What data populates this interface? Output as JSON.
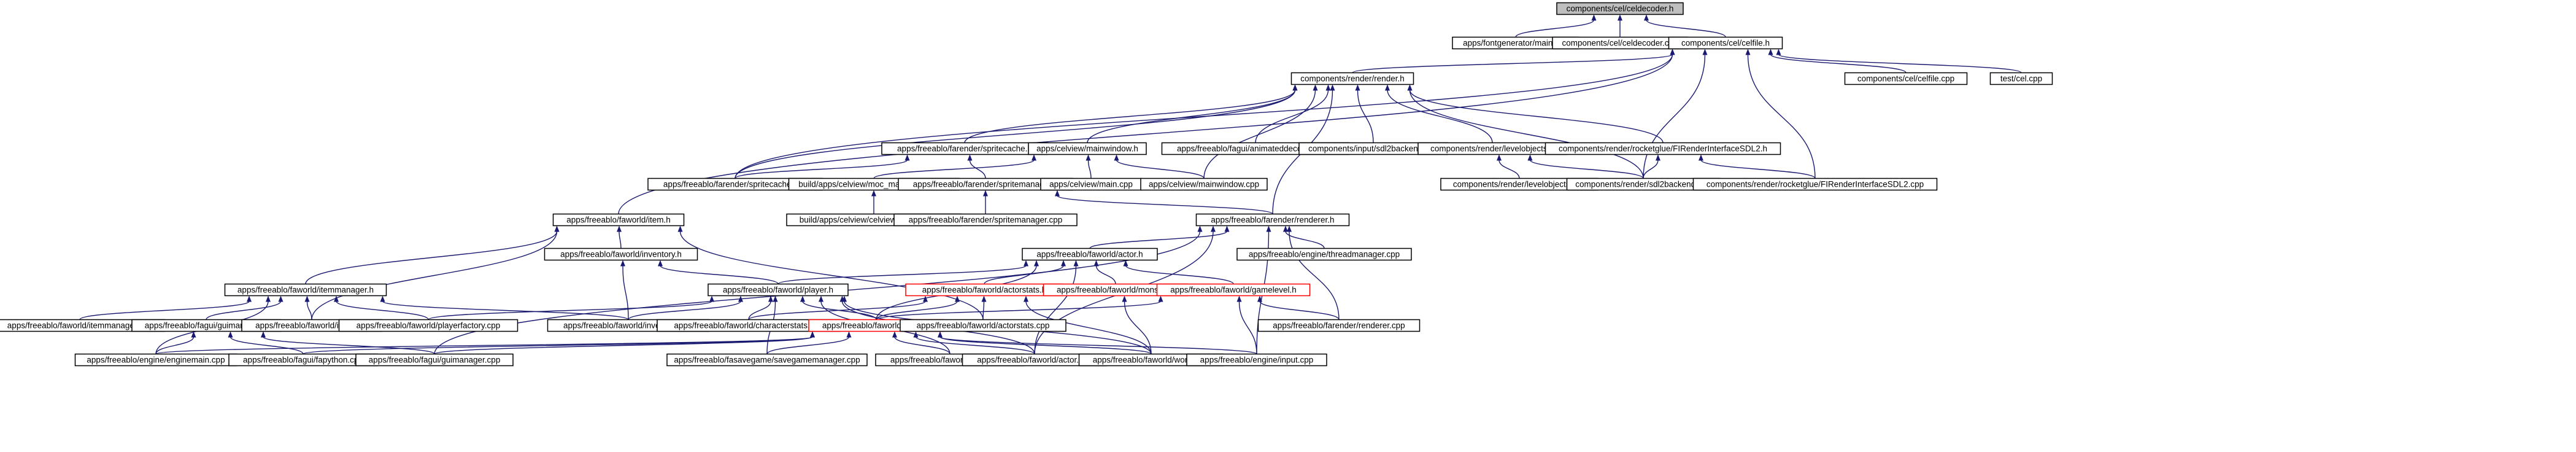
{
  "colors": {
    "edge": "#191970",
    "border": "#000000",
    "border_red": "#ff0000",
    "root_fill": "#bfbfbf",
    "fill": "#ffffff"
  },
  "nodes": [
    {
      "id": "n_celdecoder_h",
      "label": "components/cel/celdecoder.h",
      "root": true
    },
    {
      "id": "n_fontgen",
      "label": "apps/fontgenerator/main.cpp"
    },
    {
      "id": "n_celdecoder_cpp",
      "label": "components/cel/celdecoder.cpp"
    },
    {
      "id": "n_celfile_h",
      "label": "components/cel/celfile.h"
    },
    {
      "id": "n_test_cel",
      "label": "test/cel.cpp"
    },
    {
      "id": "n_celfile_cpp",
      "label": "components/cel/celfile.cpp"
    },
    {
      "id": "n_render_h",
      "label": "components/render/render.h"
    },
    {
      "id": "n_spritecache_h",
      "label": "apps/freeablo/farender/spritecache.h"
    },
    {
      "id": "n_mainwindow_h",
      "label": "apps/celview/mainwindow.h"
    },
    {
      "id": "n_animdecor",
      "label": "apps/freeablo/fagui/animateddecorator.cpp"
    },
    {
      "id": "n_sdl2backend_input",
      "label": "components/input/sdl2backend.cpp"
    },
    {
      "id": "n_levelobjects_h",
      "label": "components/render/levelobjects.h"
    },
    {
      "id": "n_rocket_h",
      "label": "components/render/rocketglue/FIRenderInterfaceSDL2.h"
    },
    {
      "id": "n_spritecache_cpp",
      "label": "apps/freeablo/farender/spritecache.cpp"
    },
    {
      "id": "n_moc_mainwindow",
      "label": "build/apps/celview/moc_mainwindow.cpp"
    },
    {
      "id": "n_spritemanager_h",
      "label": "apps/freeablo/farender/spritemanager.h"
    },
    {
      "id": "n_celview_main",
      "label": "apps/celview/main.cpp"
    },
    {
      "id": "n_mainwindow_cpp",
      "label": "apps/celview/mainwindow.cpp"
    },
    {
      "id": "n_levelobjects_cpp",
      "label": "components/render/levelobjects.cpp"
    },
    {
      "id": "n_sdl2backend_render",
      "label": "components/render/sdl2backend.cpp"
    },
    {
      "id": "n_rocket_cpp",
      "label": "components/render/rocketglue/FIRenderInterfaceSDL2.cpp"
    },
    {
      "id": "n_automoc",
      "label": "build/apps/celview/celview_automoc.cpp"
    },
    {
      "id": "n_spritemanager_cpp",
      "label": "apps/freeablo/farender/spritemanager.cpp"
    },
    {
      "id": "n_item_h",
      "label": "apps/freeablo/faworld/item.h"
    },
    {
      "id": "n_renderer_h",
      "label": "apps/freeablo/farender/renderer.h"
    },
    {
      "id": "n_inventory_h",
      "label": "apps/freeablo/faworld/inventory.h"
    },
    {
      "id": "n_actor_h",
      "label": "apps/freeablo/faworld/actor.h"
    },
    {
      "id": "n_threadmanager",
      "label": "apps/freeablo/engine/threadmanager.cpp"
    },
    {
      "id": "n_itemmanager_h",
      "label": "apps/freeablo/faworld/itemmanager.h"
    },
    {
      "id": "n_player_h",
      "label": "apps/freeablo/faworld/player.h"
    },
    {
      "id": "n_actorstats_h",
      "label": "apps/freeablo/faworld/actorstats.h",
      "red": true
    },
    {
      "id": "n_monster_h",
      "label": "apps/freeablo/faworld/monster.h",
      "red": true
    },
    {
      "id": "n_gamelevel_h",
      "label": "apps/freeablo/faworld/gamelevel.h",
      "red": true
    },
    {
      "id": "n_itemmanager_cpp",
      "label": "apps/freeablo/faworld/itemmanager.cpp"
    },
    {
      "id": "n_guimanager_h",
      "label": "apps/freeablo/fagui/guimanager.h"
    },
    {
      "id": "n_item_cpp",
      "label": "apps/freeablo/faworld/item.cpp"
    },
    {
      "id": "n_playerfactory",
      "label": "apps/freeablo/faworld/playerfactory.cpp"
    },
    {
      "id": "n_inventory_cpp",
      "label": "apps/freeablo/faworld/inventory.cpp"
    },
    {
      "id": "n_charstats",
      "label": "apps/freeablo/faworld/characterstats.cpp"
    },
    {
      "id": "n_world_h",
      "label": "apps/freeablo/faworld/world.h",
      "red": true
    },
    {
      "id": "n_actorstats_cpp",
      "label": "apps/freeablo/faworld/actorstats.cpp"
    },
    {
      "id": "n_renderer_cpp",
      "label": "apps/freeablo/farender/renderer.cpp"
    },
    {
      "id": "n_enginemain",
      "label": "apps/freeablo/engine/enginemain.cpp"
    },
    {
      "id": "n_fapython",
      "label": "apps/freeablo/fagui/fapython.cpp"
    },
    {
      "id": "n_guimanager_cpp",
      "label": "apps/freeablo/fagui/guimanager.cpp"
    },
    {
      "id": "n_savegame",
      "label": "apps/freeablo/fasavegame/savegamemanager.cpp"
    },
    {
      "id": "n_player_cpp",
      "label": "apps/freeablo/faworld/player.cpp"
    },
    {
      "id": "n_actor_cpp",
      "label": "apps/freeablo/faworld/actor.cpp"
    },
    {
      "id": "n_world_cpp",
      "label": "apps/freeablo/faworld/world.cpp"
    },
    {
      "id": "n_input_cpp",
      "label": "apps/freeablo/engine/input.cpp"
    }
  ],
  "edges": [
    [
      "n_celdecoder_h",
      "n_fontgen"
    ],
    [
      "n_celdecoder_h",
      "n_celdecoder_cpp"
    ],
    [
      "n_celdecoder_h",
      "n_celfile_h"
    ],
    [
      "n_celfile_h",
      "n_test_cel"
    ],
    [
      "n_celfile_h",
      "n_celfile_cpp"
    ],
    [
      "n_celfile_h",
      "n_render_h"
    ],
    [
      "n_celfile_h",
      "n_spritecache_cpp"
    ],
    [
      "n_celfile_h",
      "n_sdl2backend_render"
    ],
    [
      "n_celfile_h",
      "n_rocket_cpp"
    ],
    [
      "n_celfile_h",
      "n_item_h"
    ],
    [
      "n_render_h",
      "n_spritecache_h"
    ],
    [
      "n_render_h",
      "n_mainwindow_h"
    ],
    [
      "n_render_h",
      "n_animdecor"
    ],
    [
      "n_render_h",
      "n_sdl2backend_input"
    ],
    [
      "n_render_h",
      "n_levelobjects_h"
    ],
    [
      "n_render_h",
      "n_rocket_h"
    ],
    [
      "n_render_h",
      "n_mainwindow_cpp"
    ],
    [
      "n_render_h",
      "n_renderer_h"
    ],
    [
      "n_render_h",
      "n_sdl2backend_render"
    ],
    [
      "n_render_h",
      "n_spritecache_cpp"
    ],
    [
      "n_spritecache_h",
      "n_spritecache_cpp"
    ],
    [
      "n_spritecache_h",
      "n_spritemanager_h"
    ],
    [
      "n_mainwindow_h",
      "n_moc_mainwindow"
    ],
    [
      "n_mainwindow_h",
      "n_celview_main"
    ],
    [
      "n_mainwindow_h",
      "n_mainwindow_cpp"
    ],
    [
      "n_levelobjects_h",
      "n_levelobjects_cpp"
    ],
    [
      "n_levelobjects_h",
      "n_sdl2backend_render"
    ],
    [
      "n_rocket_h",
      "n_sdl2backend_render"
    ],
    [
      "n_rocket_h",
      "n_rocket_cpp"
    ],
    [
      "n_moc_mainwindow",
      "n_automoc"
    ],
    [
      "n_spritemanager_h",
      "n_spritemanager_cpp"
    ],
    [
      "n_spritemanager_h",
      "n_renderer_h"
    ],
    [
      "n_item_h",
      "n_inventory_h"
    ],
    [
      "n_item_h",
      "n_itemmanager_h"
    ],
    [
      "n_item_h",
      "n_item_cpp"
    ],
    [
      "n_item_h",
      "n_actorstats_cpp"
    ],
    [
      "n_renderer_h",
      "n_actor_h"
    ],
    [
      "n_renderer_h",
      "n_threadmanager"
    ],
    [
      "n_renderer_h",
      "n_renderer_cpp"
    ],
    [
      "n_renderer_h",
      "n_actor_cpp"
    ],
    [
      "n_renderer_h",
      "n_input_cpp"
    ],
    [
      "n_renderer_h",
      "n_guimanager_cpp"
    ],
    [
      "n_inventory_h",
      "n_player_h"
    ],
    [
      "n_inventory_h",
      "n_inventory_cpp"
    ],
    [
      "n_actor_h",
      "n_player_h"
    ],
    [
      "n_actor_h",
      "n_actorstats_h"
    ],
    [
      "n_actor_h",
      "n_monster_h"
    ],
    [
      "n_actor_h",
      "n_gamelevel_h"
    ],
    [
      "n_actor_h",
      "n_world_h"
    ],
    [
      "n_actor_h",
      "n_actor_cpp"
    ],
    [
      "n_itemmanager_h",
      "n_itemmanager_cpp"
    ],
    [
      "n_itemmanager_h",
      "n_guimanager_h"
    ],
    [
      "n_itemmanager_h",
      "n_item_cpp"
    ],
    [
      "n_itemmanager_h",
      "n_playerfactory"
    ],
    [
      "n_itemmanager_h",
      "n_inventory_cpp"
    ],
    [
      "n_itemmanager_h",
      "n_enginemain"
    ],
    [
      "n_player_h",
      "n_playerfactory"
    ],
    [
      "n_player_h",
      "n_inventory_cpp"
    ],
    [
      "n_player_h",
      "n_charstats"
    ],
    [
      "n_player_h",
      "n_world_h"
    ],
    [
      "n_player_h",
      "n_savegame"
    ],
    [
      "n_player_h",
      "n_player_cpp"
    ],
    [
      "n_player_h",
      "n_actor_cpp"
    ],
    [
      "n_player_h",
      "n_world_cpp"
    ],
    [
      "n_actorstats_h",
      "n_actorstats_cpp"
    ],
    [
      "n_actorstats_h",
      "n_charstats"
    ],
    [
      "n_actorstats_h",
      "n_world_h"
    ],
    [
      "n_actorstats_h",
      "n_world_cpp"
    ],
    [
      "n_monster_h",
      "n_world_cpp"
    ],
    [
      "n_gamelevel_h",
      "n_world_h"
    ],
    [
      "n_gamelevel_h",
      "n_renderer_cpp"
    ],
    [
      "n_gamelevel_h",
      "n_input_cpp"
    ],
    [
      "n_guimanager_h",
      "n_enginemain"
    ],
    [
      "n_guimanager_h",
      "n_fapython"
    ],
    [
      "n_guimanager_h",
      "n_guimanager_cpp"
    ],
    [
      "n_world_h",
      "n_enginemain"
    ],
    [
      "n_world_h",
      "n_fapython"
    ],
    [
      "n_world_h",
      "n_guimanager_cpp"
    ],
    [
      "n_world_h",
      "n_savegame"
    ],
    [
      "n_world_h",
      "n_player_cpp"
    ],
    [
      "n_world_h",
      "n_actor_cpp"
    ],
    [
      "n_world_h",
      "n_world_cpp"
    ],
    [
      "n_world_h",
      "n_input_cpp"
    ]
  ]
}
